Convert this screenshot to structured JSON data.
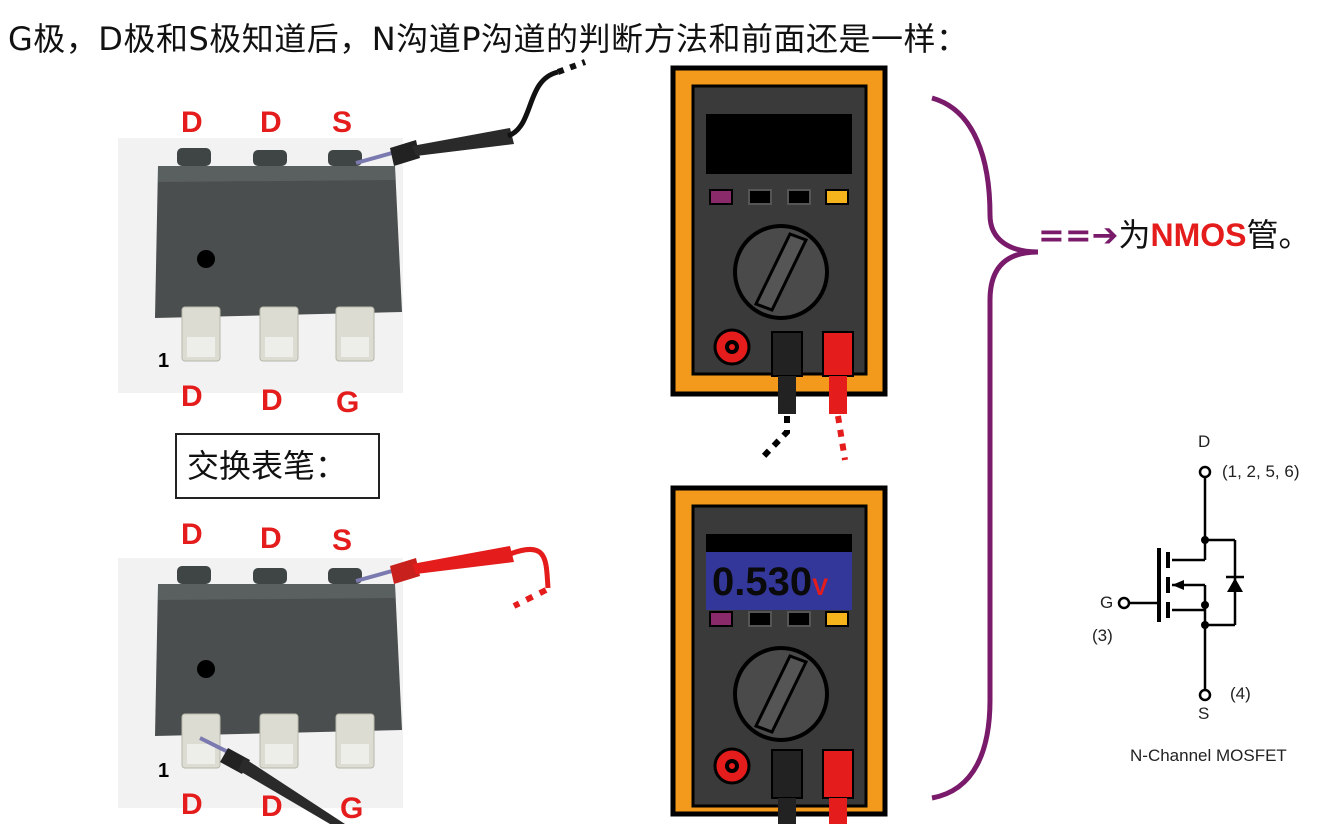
{
  "title": "G极，D极和S极知道后，N沟道P沟道的判断方法和前面还是一样：",
  "chip_top": {
    "top_pins": [
      "D",
      "D",
      "S"
    ],
    "bottom_pins": [
      "D",
      "D",
      "G"
    ],
    "pin1_marker": "1"
  },
  "swap_label": "交换表笔：",
  "chip_bottom": {
    "top_pins": [
      "D",
      "D",
      "S"
    ],
    "bottom_pins": [
      "D",
      "D",
      "G"
    ],
    "pin1_marker": "1"
  },
  "meter_top": {
    "display": ""
  },
  "meter_bottom": {
    "display_value": "0.530",
    "display_unit": "V"
  },
  "result": {
    "arrow": "==➔",
    "prefix": "为",
    "type": "NMOS",
    "suffix": "管。"
  },
  "schematic": {
    "drain_label": "D",
    "drain_pins": "(1, 2, 5, 6)",
    "gate_label": "G",
    "gate_pin": "(3)",
    "source_pin": "(4)",
    "source_label": "S",
    "caption": "N-Channel MOSFET"
  },
  "colors": {
    "pin_label": "#e41c1c",
    "brace": "#7a1a6b",
    "meter_frame": "#f39a1c",
    "meter_body": "#3a3a3a",
    "display_blue": "#34379a",
    "probe_red": "#e41c1c"
  }
}
